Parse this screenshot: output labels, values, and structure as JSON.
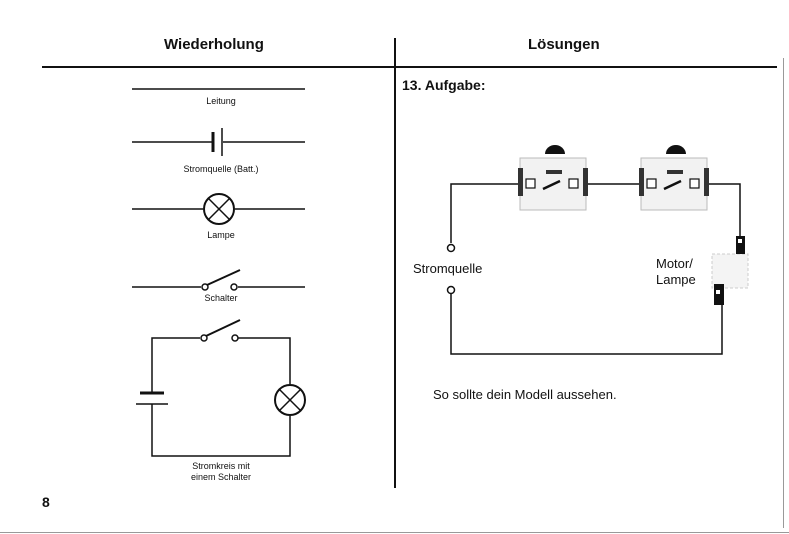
{
  "header": {
    "left_title": "Wiederholung",
    "right_title": "Lösungen"
  },
  "symbols": {
    "leitung": "Leitung",
    "stromquelle": "Stromquelle (Batt.)",
    "lampe": "Lampe",
    "schalter": "Schalter",
    "stromkreis_line1": "Stromkreis mit",
    "stromkreis_line2": "einem Schalter"
  },
  "solution": {
    "task_title": "13. Aufgabe:",
    "label_source": "Stromquelle",
    "label_motor_line1": "Motor/",
    "label_motor_line2": "Lampe",
    "caption": "So sollte dein Modell aussehen."
  },
  "page_number": "8"
}
